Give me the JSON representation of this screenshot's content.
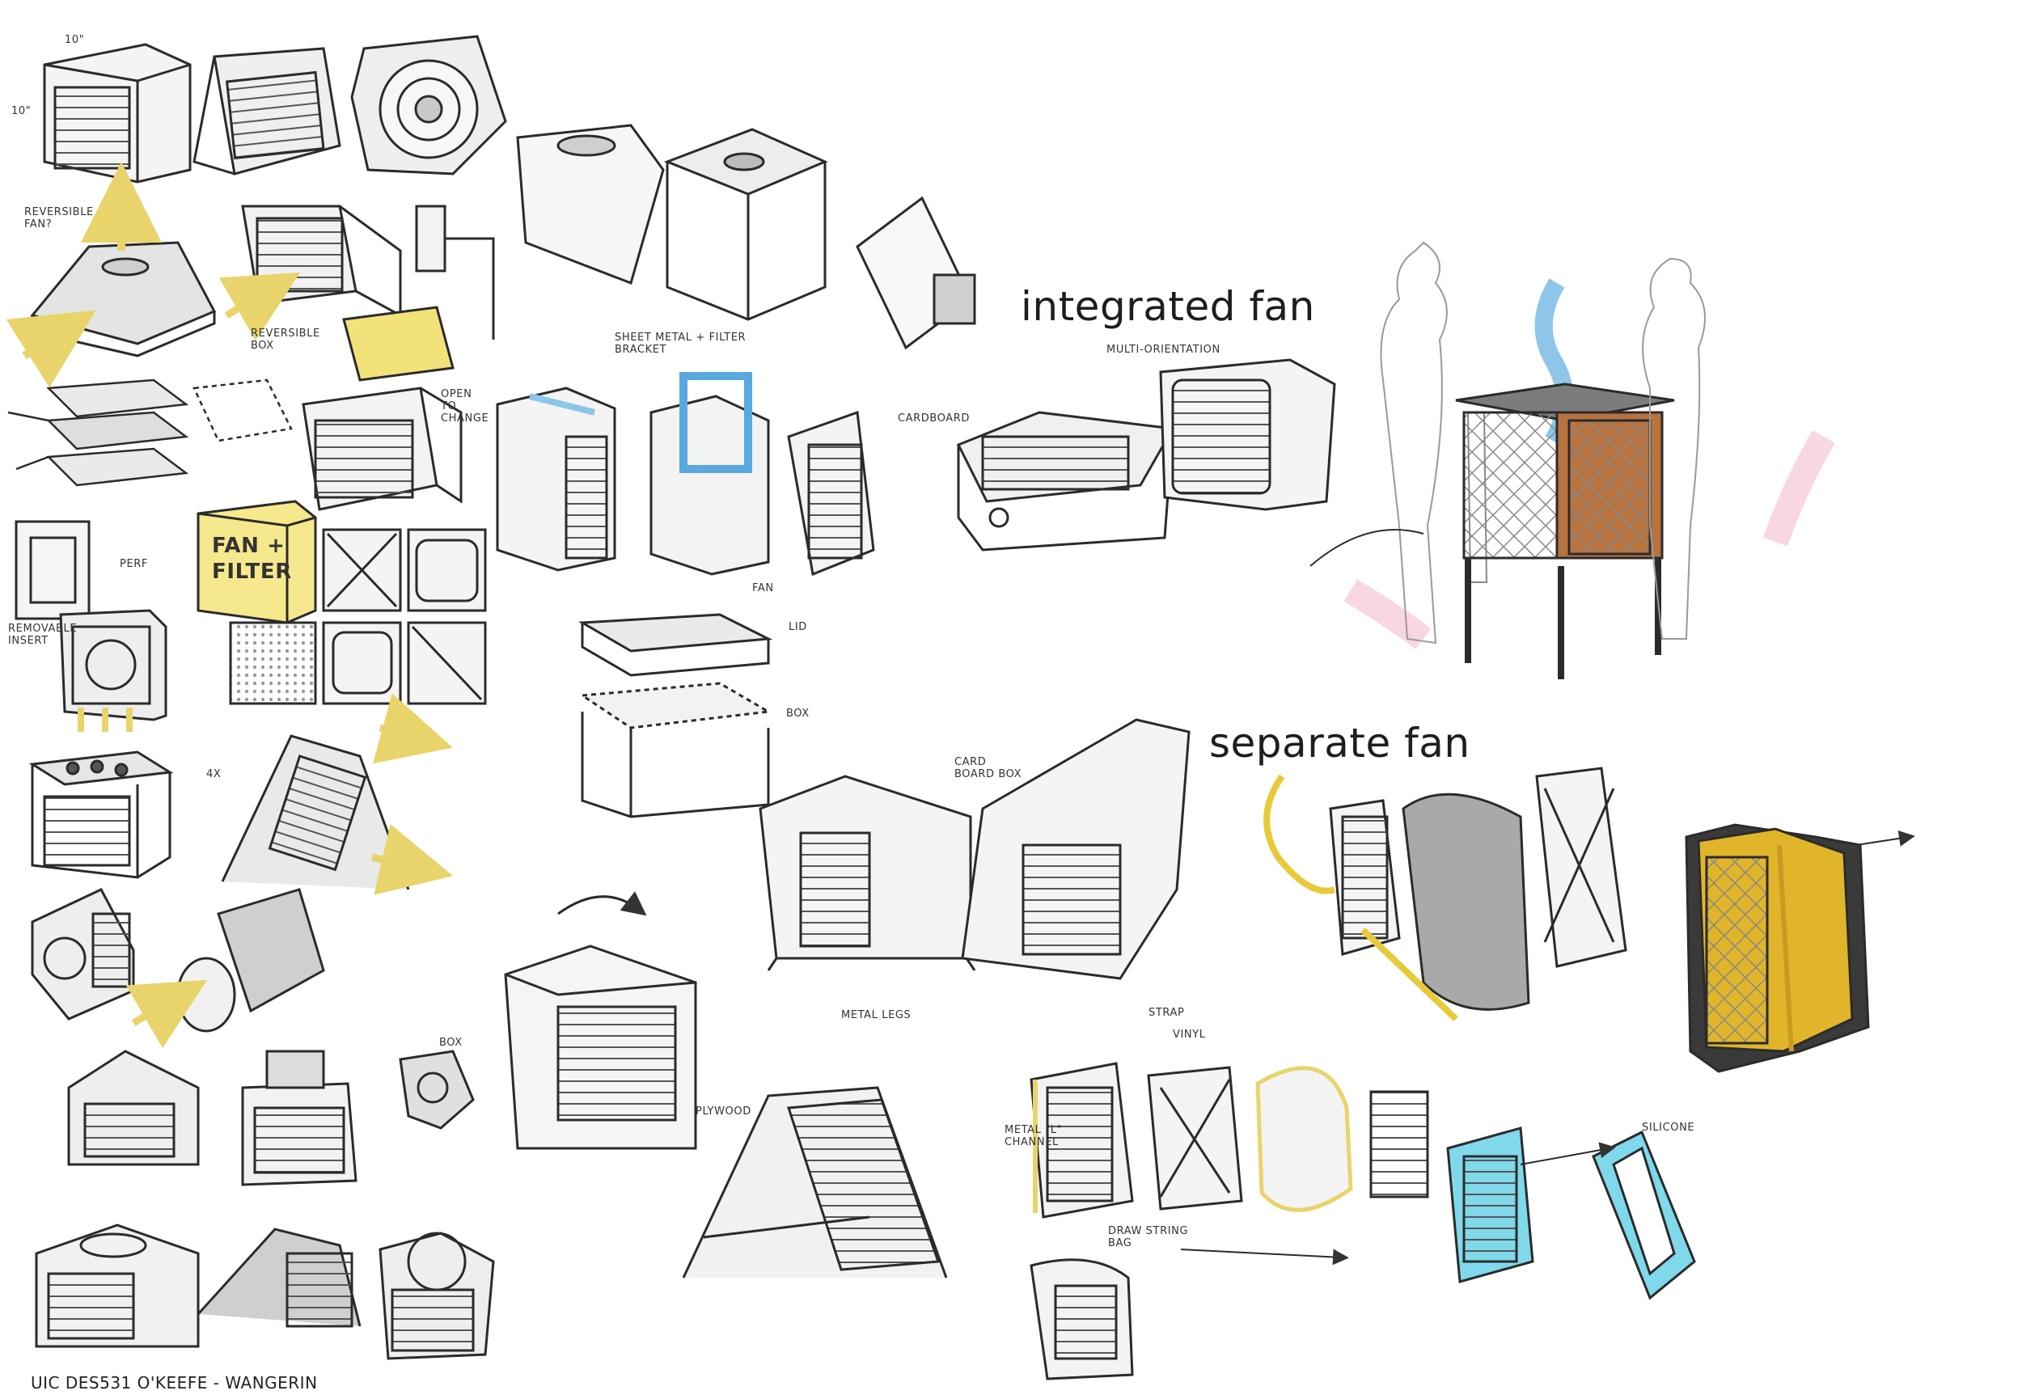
{
  "headings": {
    "integrated": "integrated fan",
    "separate": "separate fan"
  },
  "annotations": {
    "reversible_fan": "REVERSIBLE FAN?",
    "reversible_box": "REVERSIBLE BOX",
    "open_to_change": "OPEN TO CHANGE",
    "perf": "PERF",
    "removable_insert": "REMOVABLE INSERT",
    "fan_filter_1": "FAN +",
    "fan_filter_2": "FILTER",
    "four_x": "4X",
    "dim_width": "10\"",
    "dim_height": "10\"",
    "sheet_metal": "SHEET METAL + FILTER BRACKET",
    "multi_orientation": "MULTI-ORIENTATION",
    "cardboard": "CARDBOARD",
    "fan": "FAN",
    "lid": "LID",
    "box": "BOX",
    "box2": "BOX",
    "card_board_box": "CARD BOARD BOX",
    "metal_legs": "METAL LEGS",
    "plywood": "PLYWOOD",
    "metal_l_channel": "METAL \"L\" CHANNEL",
    "strap": "STRAP",
    "vinyl": "VINYL",
    "draw_string_bag": "DRAW STRING BAG",
    "silicone": "SILICONE"
  },
  "credit": "UIC DES531 O'KEEFE - WANGERIN",
  "colors": {
    "ink": "#2b2b2b",
    "marker_gray": "#c9c9c9",
    "yellow": "#f3e27a",
    "blue": "#8ec6ea",
    "cyan": "#7fd9ea",
    "pink": "#f2b6c8",
    "wood": "#b8733f",
    "mustard": "#e0b52a"
  }
}
